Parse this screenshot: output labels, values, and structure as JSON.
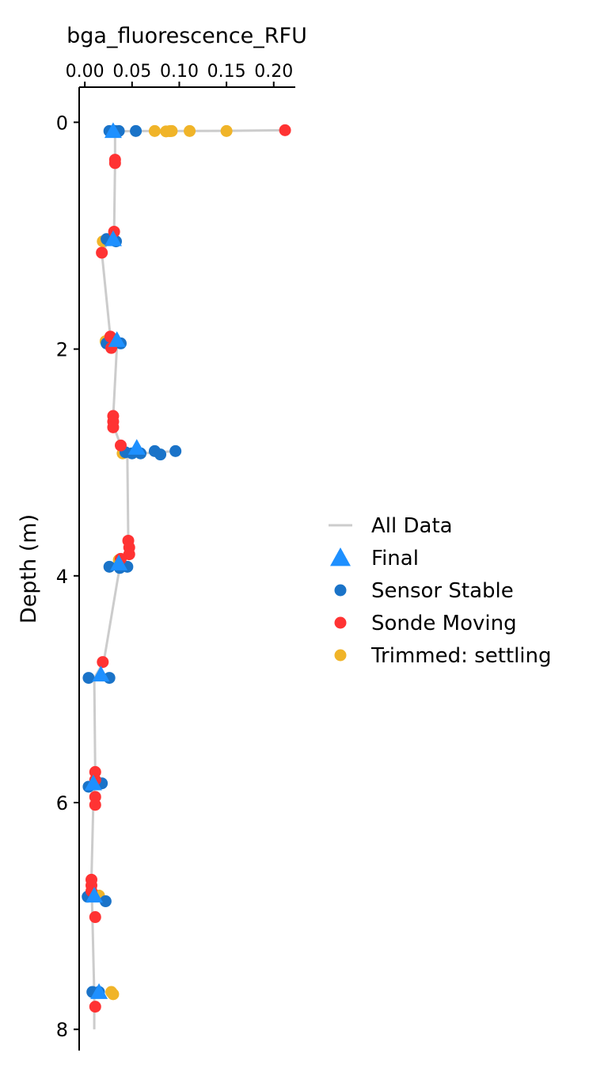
{
  "chart_data": {
    "type": "scatter",
    "title": "",
    "xlabel": "bga_fluorescence_RFU",
    "ylabel": "Depth (m)",
    "x_axis_position": "top",
    "y_inverted": true,
    "xlim": [
      -0.006,
      0.222
    ],
    "ylim": [
      -0.31,
      8.18
    ],
    "xticks": [
      0,
      0.05,
      0.1,
      0.15,
      0.2
    ],
    "xtick_labels": [
      "0.00",
      "0.05",
      "0.10",
      "0.15",
      "0.20"
    ],
    "yticks": [
      0,
      2,
      4,
      6,
      8
    ],
    "ytick_labels": [
      "0",
      "2",
      "4",
      "6",
      "8"
    ],
    "grid": false,
    "legend_placement": "right",
    "legend": [
      "All Data",
      "Final",
      "Sensor Stable",
      "Sonde Moving",
      "Trimmed: settling"
    ],
    "colors": {
      "All Data": "#cccccc",
      "Final": "#1e90ff",
      "Sensor Stable": "#1a73c8",
      "Sonde Moving": "#ff3333",
      "Trimmed: settling": "#f0b429"
    },
    "series": [
      {
        "name": "All Data",
        "kind": "line",
        "points": [
          [
            0.212,
            0.07
          ],
          [
            0.15,
            0.075
          ],
          [
            0.09,
            0.077
          ],
          [
            0.054,
            0.077
          ],
          [
            0.032,
            0.08
          ],
          [
            0.032,
            0.36
          ],
          [
            0.031,
            0.97
          ],
          [
            0.018,
            1.15
          ],
          [
            0.027,
            1.89
          ],
          [
            0.034,
            1.97
          ],
          [
            0.03,
            2.6
          ],
          [
            0.031,
            2.69
          ],
          [
            0.038,
            2.85
          ],
          [
            0.043,
            2.93
          ],
          [
            0.096,
            2.9
          ],
          [
            0.045,
            2.93
          ],
          [
            0.046,
            3.69
          ],
          [
            0.047,
            3.8
          ],
          [
            0.038,
            3.87
          ],
          [
            0.02,
            4.76
          ],
          [
            0.01,
            4.9
          ],
          [
            0.011,
            5.73
          ],
          [
            0.009,
            6.0
          ],
          [
            0.007,
            6.68
          ],
          [
            0.008,
            7.0
          ],
          [
            0.01,
            7.7
          ],
          [
            0.01,
            8.0
          ]
        ]
      },
      {
        "name": "Trimmed: settling",
        "kind": "circle",
        "points": [
          [
            0.074,
            0.077
          ],
          [
            0.086,
            0.08
          ],
          [
            0.09,
            0.078
          ],
          [
            0.092,
            0.077
          ],
          [
            0.111,
            0.077
          ],
          [
            0.15,
            0.077
          ],
          [
            0.019,
            1.05
          ],
          [
            0.022,
            1.93
          ],
          [
            0.04,
            2.92
          ],
          [
            0.036,
            3.86
          ],
          [
            0.015,
            6.82
          ],
          [
            0.028,
            7.67
          ],
          [
            0.03,
            7.69
          ]
        ]
      },
      {
        "name": "Sensor Stable",
        "kind": "circle",
        "points": [
          [
            0.026,
            0.077
          ],
          [
            0.032,
            0.077
          ],
          [
            0.036,
            0.077
          ],
          [
            0.054,
            0.077
          ],
          [
            0.023,
            1.03
          ],
          [
            0.033,
            1.05
          ],
          [
            0.023,
            1.95
          ],
          [
            0.038,
            1.95
          ],
          [
            0.043,
            2.91
          ],
          [
            0.05,
            2.92
          ],
          [
            0.059,
            2.92
          ],
          [
            0.074,
            2.9
          ],
          [
            0.08,
            2.93
          ],
          [
            0.096,
            2.9
          ],
          [
            0.026,
            3.92
          ],
          [
            0.037,
            3.93
          ],
          [
            0.045,
            3.92
          ],
          [
            0.004,
            4.9
          ],
          [
            0.026,
            4.9
          ],
          [
            0.004,
            5.86
          ],
          [
            0.018,
            5.83
          ],
          [
            0.003,
            6.83
          ],
          [
            0.022,
            6.87
          ],
          [
            0.008,
            7.67
          ],
          [
            0.015,
            7.67
          ]
        ]
      },
      {
        "name": "Sonde Moving",
        "kind": "circle",
        "points": [
          [
            0.212,
            0.07
          ],
          [
            0.032,
            0.33
          ],
          [
            0.032,
            0.36
          ],
          [
            0.031,
            0.965
          ],
          [
            0.018,
            1.15
          ],
          [
            0.027,
            1.89
          ],
          [
            0.028,
            1.99
          ],
          [
            0.03,
            2.59
          ],
          [
            0.03,
            2.64
          ],
          [
            0.03,
            2.69
          ],
          [
            0.038,
            2.85
          ],
          [
            0.046,
            3.69
          ],
          [
            0.047,
            3.75
          ],
          [
            0.047,
            3.81
          ],
          [
            0.038,
            3.85
          ],
          [
            0.019,
            4.76
          ],
          [
            0.011,
            5.73
          ],
          [
            0.011,
            5.8
          ],
          [
            0.011,
            5.95
          ],
          [
            0.011,
            6.02
          ],
          [
            0.007,
            6.68
          ],
          [
            0.007,
            6.73
          ],
          [
            0.007,
            6.78
          ],
          [
            0.011,
            7.01
          ],
          [
            0.011,
            7.8
          ]
        ]
      },
      {
        "name": "Final",
        "kind": "triangle",
        "points": [
          [
            0.03,
            0.077
          ],
          [
            0.03,
            1.03
          ],
          [
            0.034,
            1.92
          ],
          [
            0.055,
            2.87
          ],
          [
            0.036,
            3.89
          ],
          [
            0.017,
            4.87
          ],
          [
            0.009,
            5.83
          ],
          [
            0.01,
            6.82
          ],
          [
            0.015,
            7.67
          ]
        ]
      }
    ]
  }
}
